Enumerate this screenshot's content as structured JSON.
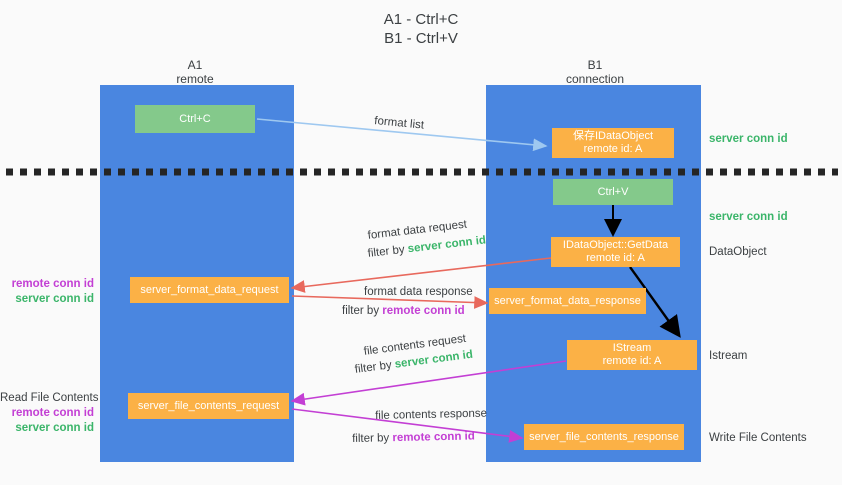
{
  "title": {
    "line1": "A1 - Ctrl+C",
    "line2": "B1 - Ctrl+V"
  },
  "columns": [
    {
      "name": "A1",
      "sub": "remote"
    },
    {
      "name": "B1",
      "sub": "connection"
    }
  ],
  "colors": {
    "lane": "#4a86e0",
    "green_box": "#84c98b",
    "orange_box": "#fbb146",
    "green_text": "#3bb56a",
    "purple_text": "#c33fd4",
    "red_arrow": "#e8695d",
    "magenta_arrow": "#c33fd4",
    "light_blue_arrow": "#9ec8f0",
    "black_arrow": "#000000",
    "background": "#fafafa"
  },
  "boxes": {
    "ctrl_c": "Ctrl+C",
    "ctrl_v": "Ctrl+V",
    "save_idataobject": "保存IDataObject\nremote id: A",
    "idataobject_getdata": "IDataObject::GetData\nremote id: A",
    "istream": "IStream\nremote id: A",
    "server_format_data_request": "server_format_data_request",
    "server_format_data_response": "server_format_data_response",
    "server_file_contents_request": "server_file_contents_request",
    "server_file_contents_response": "server_file_contents_response"
  },
  "edge_labels": {
    "format_list": "format list",
    "format_data_request": "format data request",
    "format_data_request_filter_prefix": "filter by ",
    "format_data_request_filter_key": "server conn id",
    "format_data_response": "format data response",
    "format_data_response_filter_prefix": "filter by ",
    "format_data_response_filter_key": "remote conn id",
    "file_contents_request": "file contents request",
    "file_contents_request_filter_prefix": "filter by ",
    "file_contents_request_filter_key": "server conn id",
    "file_contents_response": "file contents response",
    "file_contents_response_filter_prefix": "filter by ",
    "file_contents_response_filter_key": "remote conn id"
  },
  "right_labels": {
    "server_conn_id_1": "server conn id",
    "server_conn_id_2": "server conn id",
    "dataobject": "DataObject",
    "istream": "Istream",
    "write_file_contents": "Write File Contents"
  },
  "left_labels": {
    "group1_remote": "remote conn id",
    "group1_server": "server conn id",
    "read_file_contents": "Read File Contents",
    "group2_remote": "remote conn id",
    "group2_server": "server conn id"
  }
}
